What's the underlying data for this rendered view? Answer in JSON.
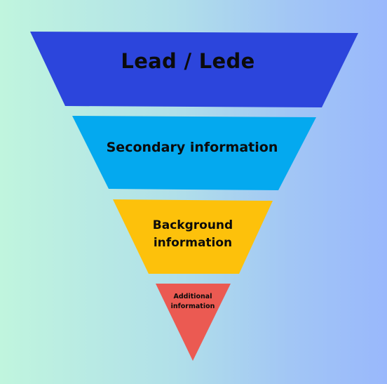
{
  "funnel": {
    "layers": [
      {
        "id": "lead",
        "label": "Lead / Lede",
        "color": "#2c45dc"
      },
      {
        "id": "secondary",
        "label": "Secondary information",
        "color": "#04a9ef"
      },
      {
        "id": "background",
        "label": "Background information",
        "color": "#fdc10b"
      },
      {
        "id": "additional",
        "label": "Additional information",
        "color": "#eb5a52"
      }
    ]
  }
}
